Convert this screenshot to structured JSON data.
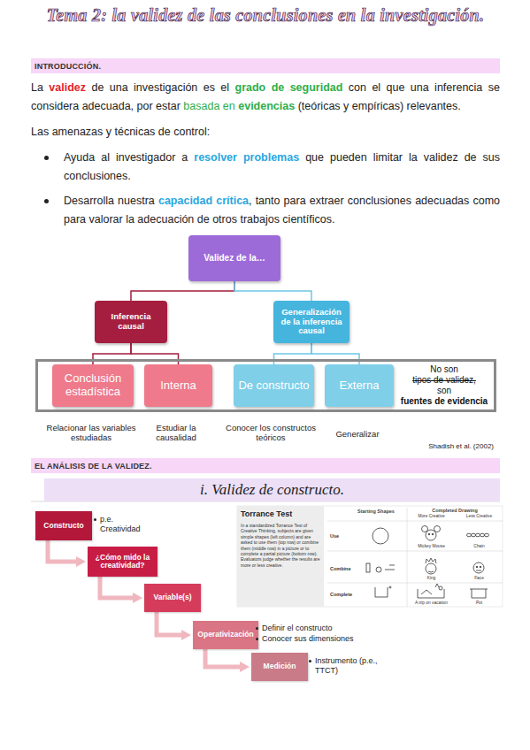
{
  "diagram": {
    "title": "Tema 2: la validez de las conclusiones en la investigación.",
    "nodes": [
      {
        "text": [
          "INTRODUCCIÓN."
        ]
      },
      {
        "text": [
          "Validez de la…"
        ]
      },
      {
        "text": [
          "Inferencia causal"
        ]
      },
      {
        "text": [
          "Generalización de la inferencia causal"
        ]
      },
      {
        "text": [
          "No son",
          "tipos de validez,",
          "son",
          "fuentes de evidencia"
        ]
      },
      {
        "text": [
          "Conclusión estadística"
        ],
        "in": 4
      },
      {
        "text": [
          "Interna"
        ],
        "in": 4
      },
      {
        "text": [
          "De constructo"
        ],
        "in": 4
      },
      {
        "text": [
          "Externa"
        ],
        "in": 4
      },
      {
        "text": [
          "EL ANÁLISIS DE LA VALIDEZ."
        ]
      },
      {
        "text": [
          "i.    Validez de constructo."
        ]
      },
      {
        "text": [
          "Constructo"
        ]
      },
      {
        "text": [
          "¿Cómo mido la creatividad?"
        ]
      },
      {
        "text": [
          "Variable(s)"
        ]
      },
      {
        "text": [
          "Operativización"
        ]
      },
      {
        "text": [
          "Medición"
        ]
      }
    ],
    "edges": [
      {
        "from": 1,
        "to": 2,
        "arrow": "none"
      },
      {
        "from": 1,
        "to": 3,
        "arrow": "none"
      },
      {
        "from": 2,
        "to": 5,
        "arrow": "none"
      },
      {
        "from": 2,
        "to": 6,
        "arrow": "none"
      },
      {
        "from": 3,
        "to": 7,
        "arrow": "none"
      },
      {
        "from": 3,
        "to": 8,
        "arrow": "none"
      },
      {
        "from": 11,
        "to": 12,
        "arrow": "to"
      },
      {
        "from": 12,
        "to": 13,
        "arrow": "to"
      },
      {
        "from": 13,
        "to": 14,
        "arrow": "to"
      },
      {
        "from": 14,
        "to": 15,
        "arrow": "to"
      }
    ],
    "labels": [
      "La",
      "validez",
      "de una investigación es el",
      "grado de seguridad",
      "con el que una inferencia se considera adecuada, por estar",
      "basada en",
      "evidencias",
      "(teóricas y empíricas) relevantes.",
      "Las amenazas y técnicas de control:",
      "Ayuda al investigador a",
      "resolver problemas",
      "que pueden limitar la validez de sus conclusiones.",
      "Desarrolla nuestra",
      "capacidad crítica",
      ", tanto para extraer conclusiones adecuadas como para valorar la adecuación de otros trabajos científicos.",
      "Relacionar las variables estudiadas",
      "Estudiar la causalidad",
      "Conocer los constructos teóricos",
      "Generalizar",
      "Shadish et al. (2002)",
      "p.e. Creatividad",
      "Definir el constructo",
      "Conocer sus dimensiones",
      "Instrumento (p.e., TTCT)",
      "Torrance Test",
      "In a standardized Torrance Test of Creative Thinking, subjects are given simple shapes (left column) and are asked to use them (top row) or combine them (middle row) in a picture or to complete a partial picture (bottom row). Evaluators judge whether the results are more or less creative.",
      "Starting Shapes",
      "Completed Drawing",
      "More Creative",
      "Less Creative",
      "Use",
      "Combine",
      "Complete",
      "Mickey Mouse",
      "Chain",
      "King",
      "Face",
      "A trip on vacation",
      "Pot"
    ]
  }
}
